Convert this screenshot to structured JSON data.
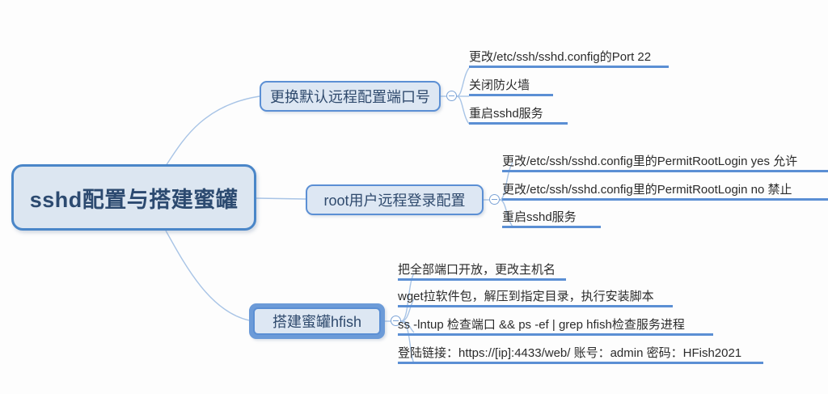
{
  "canvas": {
    "background": "#fdfdfd",
    "edge_color": "#a8c4e6",
    "accent": "#5b8fd4",
    "node_fill": "#dce6f1",
    "node_border": "#4a86c8",
    "text_color": "#2f4a6d"
  },
  "root": {
    "label": "sshd配置与搭建蜜罐"
  },
  "branches": [
    {
      "label": "更换默认远程配置端口号",
      "toggle": "collapse-toggle",
      "expanded": true,
      "leaves": [
        {
          "text": "更改/etc/ssh/sshd.config的Port  22",
          "underline_width": 247
        },
        {
          "text": "关闭防火墙",
          "underline_width": 104
        },
        {
          "text": "重启sshd服务",
          "underline_width": 122
        }
      ]
    },
    {
      "label": "root用户远程登录配置",
      "toggle": "collapse-toggle",
      "expanded": true,
      "leaves": [
        {
          "text": "更改/etc/ssh/sshd.config里的PermitRootLogin yes      允许",
          "underline_width": 404
        },
        {
          "text": "更改/etc/ssh/sshd.config里的PermitRootLogin no      禁止",
          "underline_width": 404
        },
        {
          "text": "重启sshd服务",
          "underline_width": 122
        }
      ]
    },
    {
      "label": "搭建蜜罐hfish",
      "toggle": "collapse-toggle",
      "expanded": true,
      "selected": true,
      "leaves": [
        {
          "text": "把全部端口开放，更改主机名",
          "underline_width": 208
        },
        {
          "text": "wget拉软件包，解压到指定目录，执行安装脚本",
          "underline_width": 340
        },
        {
          "text": "ss  -lntup  检查端口    &&   ps -ef | grep hfish检查服务进程",
          "underline_width": 390
        },
        {
          "text": "登陆链接：https://[ip]:4433/web/   账号：admin   密码：HFish2021",
          "underline_width": 452
        }
      ]
    }
  ]
}
